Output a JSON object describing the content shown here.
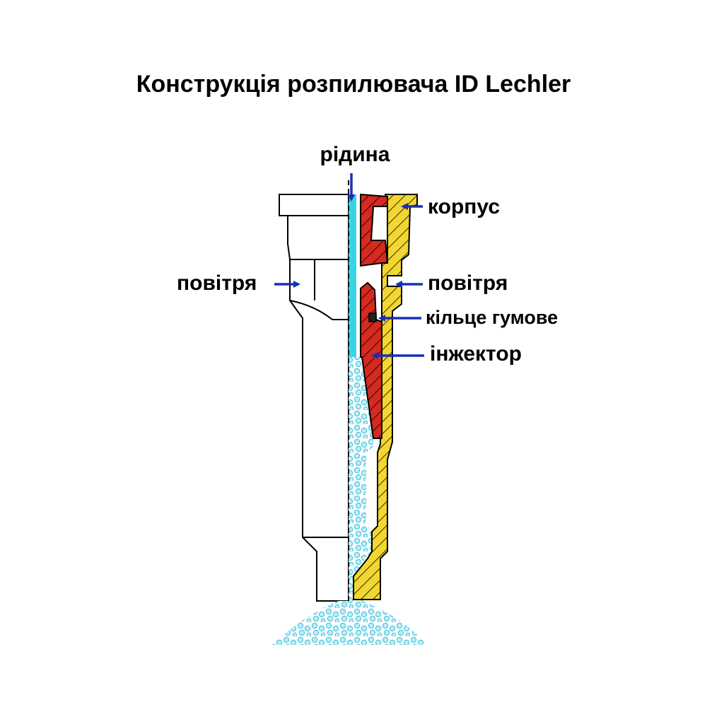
{
  "title": "Конструкція розпилювача ID Lechler",
  "labels": {
    "liquid": "рідина",
    "body": "корпус",
    "air_left": "повітря",
    "air_right": "повітря",
    "rubber_ring": "кільце гумове",
    "injector": "інжектор"
  },
  "colors": {
    "body_yellow": "#f2d733",
    "injector_red": "#d42a1f",
    "liquid_cyan": "#39d3e6",
    "droplet": "#7fd8ea",
    "arrow_blue": "#1a2fb8"
  }
}
